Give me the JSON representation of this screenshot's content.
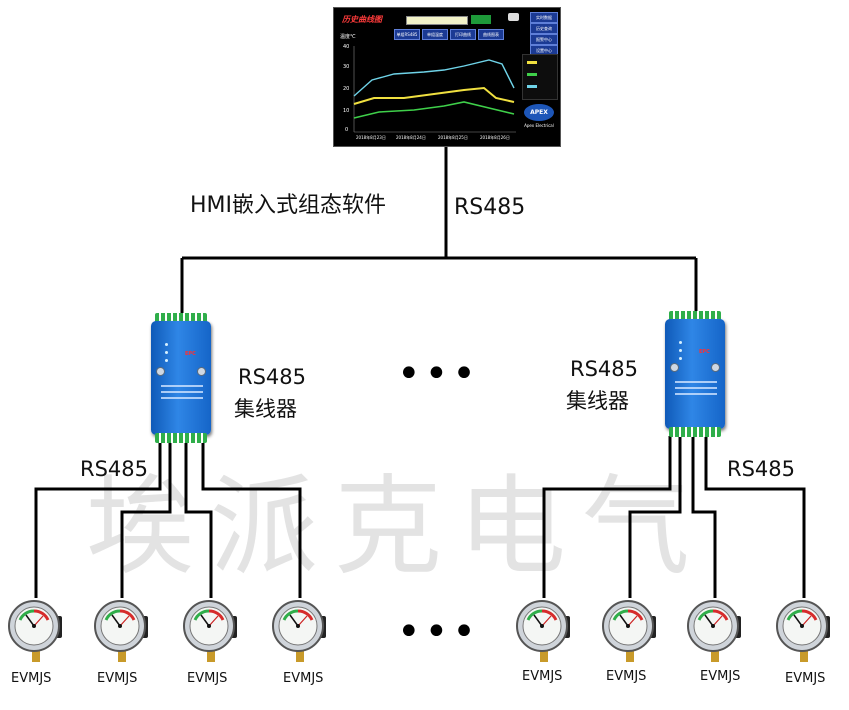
{
  "hmi": {
    "title": "历史曲线图",
    "nav_buttons": [
      "实时数据",
      "历史查询",
      "报警中心",
      "设置中心"
    ],
    "tabs": [
      "单组RS485",
      "单组温度",
      "打印曲线",
      "曲线图表"
    ],
    "query_button": "",
    "unit_label": "温度℃",
    "y_ticks": [
      "40",
      "30",
      "20",
      "10",
      "0"
    ],
    "x_ticks": [
      "2018年8月23日",
      "2018年8月24日",
      "2018年8月25日",
      "2018年8月26日"
    ],
    "series_colors": [
      "#6fd3e8",
      "#f0e040",
      "#3fd04a"
    ],
    "logo": "APEX",
    "logo_sub": "Apex Electrical"
  },
  "labels": {
    "software": "HMI嵌入式组态软件",
    "bus_top": "RS485",
    "hub_left_protocol": "RS485",
    "hub_left_name": "集线器",
    "hub_right_protocol": "RS485",
    "hub_right_name": "集线器",
    "bus_left": "RS485",
    "bus_right": "RS485",
    "ellipsis_top": "•••",
    "ellipsis_bottom": "•••"
  },
  "hubs": [
    {
      "brand": "EPC"
    },
    {
      "brand": "EPC"
    }
  ],
  "gauges": [
    {
      "label": "EVMJS"
    },
    {
      "label": "EVMJS"
    },
    {
      "label": "EVMJS"
    },
    {
      "label": "EVMJS"
    },
    {
      "label": "EVMJS"
    },
    {
      "label": "EVMJS"
    },
    {
      "label": "EVMJS"
    },
    {
      "label": "EVMJS"
    }
  ],
  "watermark": "埃派克电气",
  "colors": {
    "wire": "#000000",
    "hub_blue": "#1e6fd6",
    "terminal_green": "#2fae4a",
    "gauge_pipe": "#c89a2a"
  }
}
